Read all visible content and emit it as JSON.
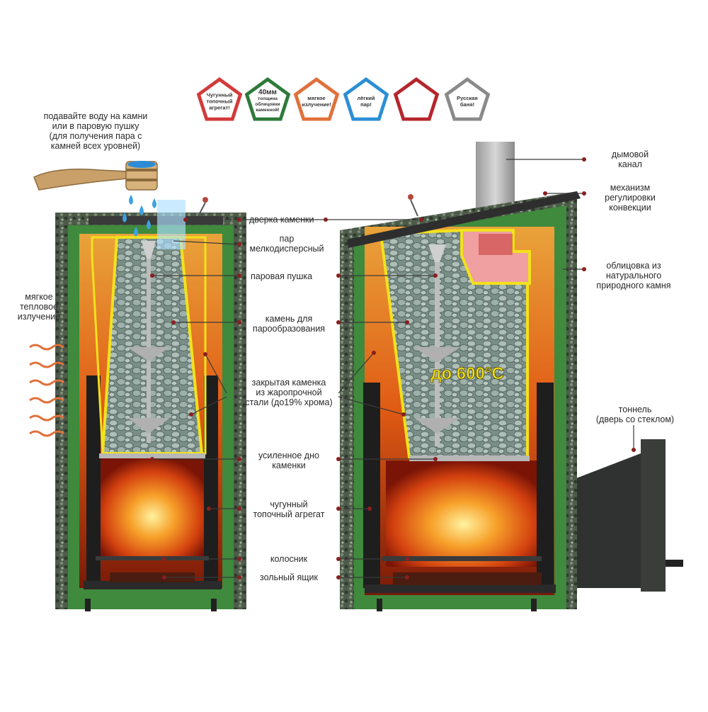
{
  "badges": [
    {
      "text": "Чугунный\nтопочный\nагрегат!",
      "color": "#d23a3a"
    },
    {
      "text": "40мм\nтолщина\nоблицовки\nкаменной!",
      "color": "#2f7a3a"
    },
    {
      "text": "мягкое\nизлучение!",
      "color": "#e0703a"
    },
    {
      "text": "лёгкий\nпар!",
      "color": "#2c8fd6"
    },
    {
      "text": "",
      "color": "#b5262b"
    },
    {
      "text": "Русская\nбаня!",
      "color": "#8a8a8a"
    }
  ],
  "labels": {
    "water": "подавайте воду на камни\nили в паровую пушку\n(для получения пара с\nкамней всех уровней)",
    "radiation": "мягкое\nтепловое\nизлучение",
    "door": "дверка каменки",
    "steam": "пар\nмелкодисперсный",
    "gun": "паровая пушка",
    "stone": "камень для\nпарообразования",
    "closed": "закрытая каменка\nиз жаропрочной\nстали (до19% хрома)",
    "bottom": "усиленное дно\nкаменки",
    "firebox": "чугунный\nтопочный агрегат",
    "grate": "колосник",
    "ash": "зольный ящик",
    "chimney": "дымовой\nканал",
    "convection": "механизм\nрегулировки\nконвекции",
    "cladding": "облицовка из\nнатурального\nприродного камня",
    "tunnel": "тоннель\n(дверь со стеклом)",
    "temperature": "до 600°C"
  },
  "colors": {
    "green": "#3f8a3c",
    "stone_cladding": "#4a5a48",
    "fire": "#f08a1a",
    "yellow": "#f2e21c",
    "leader": "#7a2020"
  }
}
